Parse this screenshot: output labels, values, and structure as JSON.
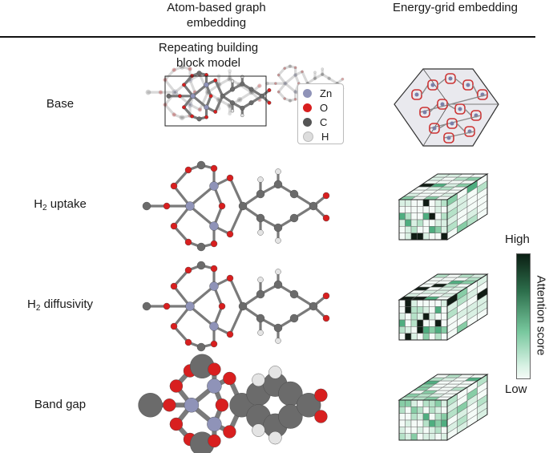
{
  "headers": {
    "atom": "Atom-based graph embedding",
    "grid": "Energy-grid embedding"
  },
  "block_title": "Repeating building block model",
  "rows": {
    "base": "Base",
    "h2_uptake": "uptake",
    "h2_diffusivity": "diffusivity",
    "band_gap": "Band gap",
    "h2_prefix": "H",
    "h2_sub": "2"
  },
  "legend": [
    {
      "label": "Zn",
      "color": "#8f93b8"
    },
    {
      "label": "O",
      "color": "#d81f1f"
    },
    {
      "label": "C",
      "color": "#666666"
    },
    {
      "label": "H",
      "color": "#e8e8e8"
    }
  ],
  "colorbar": {
    "high": "High",
    "low": "Low",
    "label": "Attention score",
    "colors": [
      "#0b1f13",
      "#2d6f4c",
      "#77c79d",
      "#d8f2e4",
      "#f5fbf7"
    ]
  },
  "atom_colors": {
    "Zn": "#8f93b8",
    "O": "#d81f1f",
    "C": "#6b6b6b",
    "H": "#e4e4e4",
    "bond": "#7a7a7a"
  }
}
